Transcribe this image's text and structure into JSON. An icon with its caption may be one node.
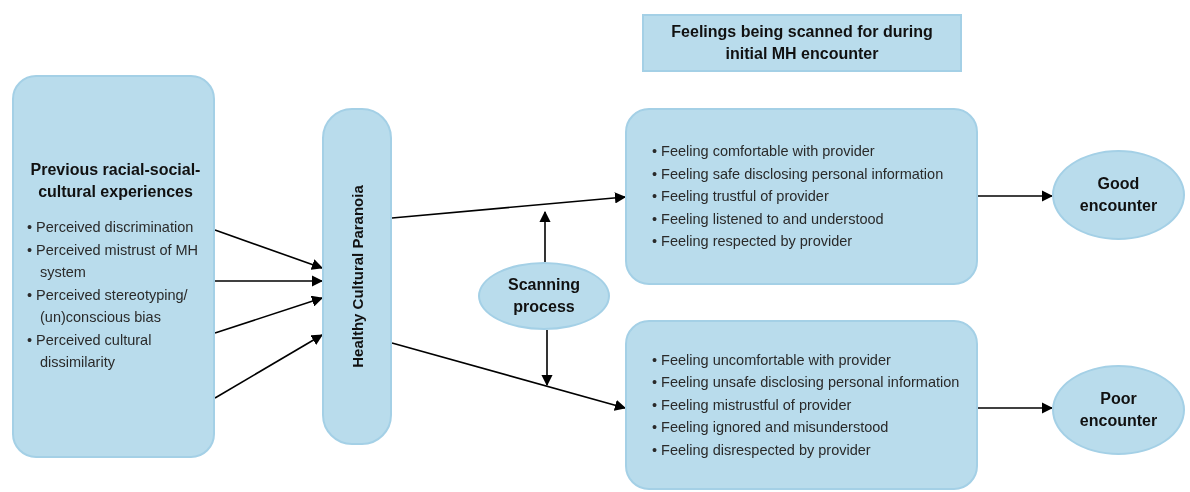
{
  "diagram": {
    "nodes": [
      {
        "text": [
          "Previous racial-social-cultural experiences",
          "• Perceived discrimination",
          "• Perceived mistrust of MH system",
          "• Perceived stereotyping/ (un)conscious bias",
          "• Perceived cultural dissimilarity"
        ]
      },
      {
        "text": [
          "Healthy Cultural Paranoia"
        ]
      },
      {
        "text": [
          "Feelings being scanned for during initial MH encounter"
        ]
      },
      {
        "text": [
          "• Feeling comfortable with provider",
          "• Feeling safe disclosing personal information",
          "• Feeling trustful of provider",
          "• Feeling listened to and understood",
          "• Feeling respected by provider"
        ]
      },
      {
        "text": [
          "Scanning process"
        ]
      },
      {
        "text": [
          "• Feeling uncomfortable with provider",
          "• Feeling unsafe disclosing personal information",
          "• Feeling mistrustful of provider",
          "• Feeling ignored and misunderstood",
          "• Feeling disrespected by provider"
        ]
      },
      {
        "text": [
          "Good encounter"
        ]
      },
      {
        "text": [
          "Poor encounter"
        ]
      }
    ],
    "edges": [
      {
        "from": 0,
        "to": 1,
        "arrow": "to"
      },
      {
        "from": 0,
        "to": 1,
        "arrow": "to"
      },
      {
        "from": 0,
        "to": 1,
        "arrow": "to"
      },
      {
        "from": 0,
        "to": 1,
        "arrow": "to"
      },
      {
        "from": 1,
        "to": 3,
        "arrow": "to"
      },
      {
        "from": 1,
        "to": 5,
        "arrow": "to"
      },
      {
        "from": 4,
        "to": null,
        "arrow": "to"
      },
      {
        "from": 4,
        "to": null,
        "arrow": "to"
      },
      {
        "from": 3,
        "to": 6,
        "arrow": "to"
      },
      {
        "from": 5,
        "to": 7,
        "arrow": "to"
      }
    ]
  }
}
